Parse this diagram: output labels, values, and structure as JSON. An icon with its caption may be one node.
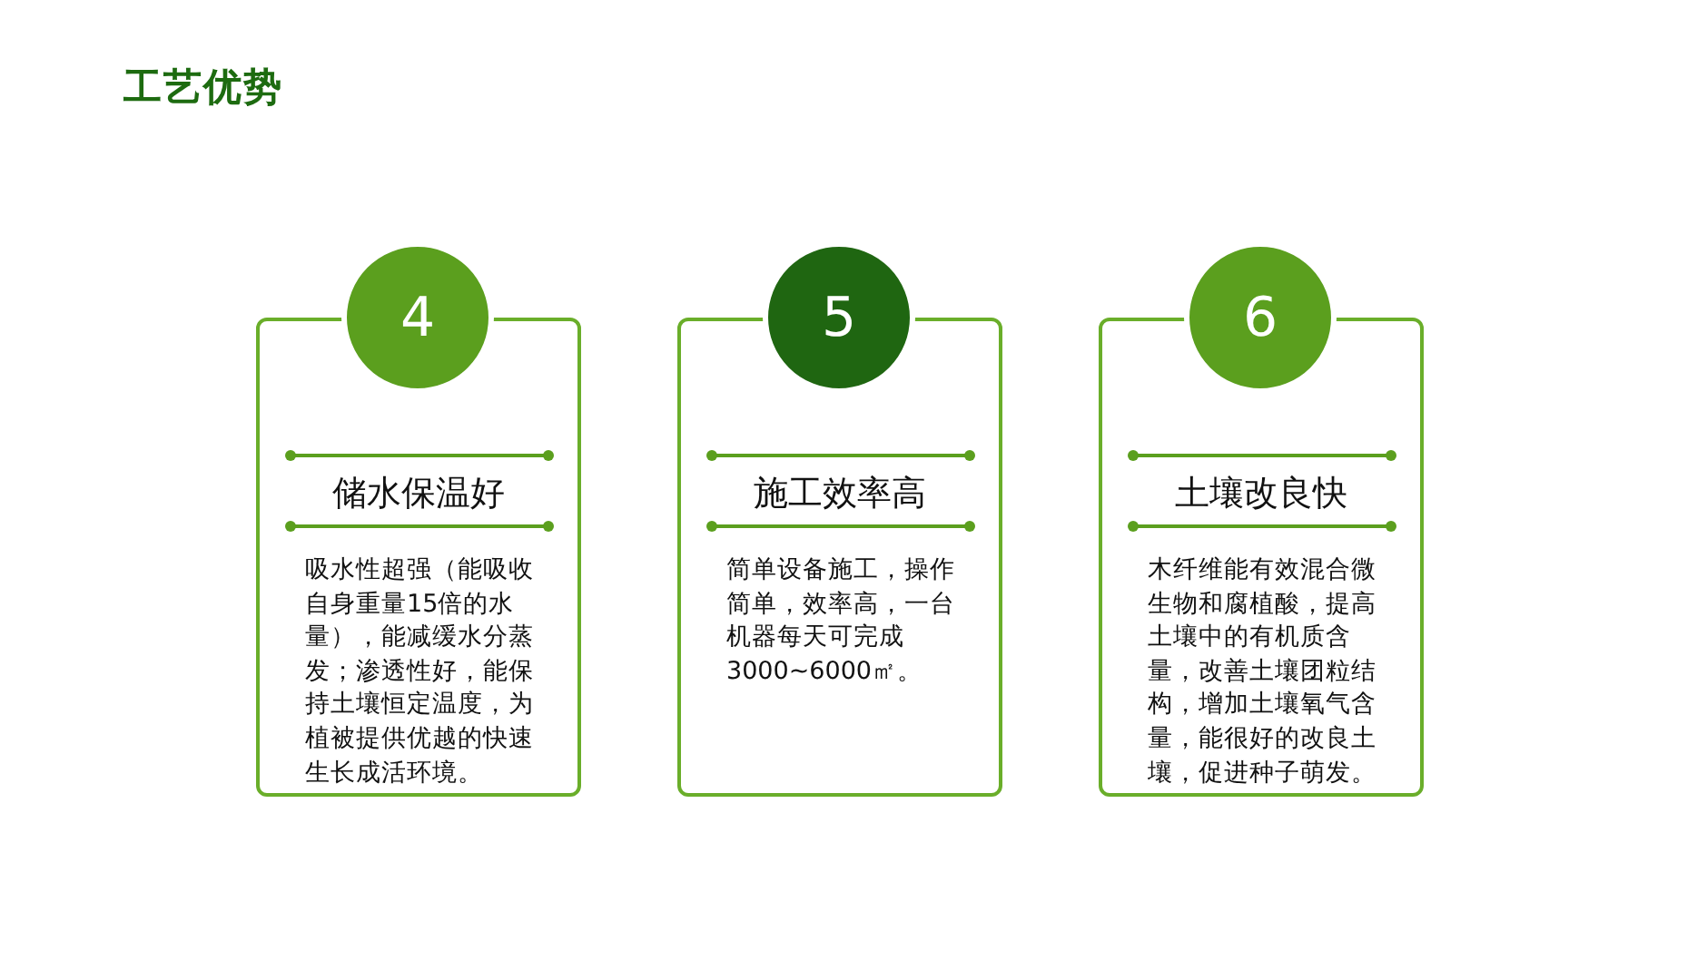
{
  "diagram": {
    "title": "工艺优势",
    "nodes": [
      {
        "text": [
          "4"
        ]
      },
      {
        "text": [
          "储水保温好",
          "吸水性超强（能吸收自身重量15倍的水量），能减缓水分蒸发；渗透性好，能保持土壤恒定温度，为植被提供优越的快速生长成活环境。"
        ]
      },
      {
        "text": [
          "5"
        ]
      },
      {
        "text": [
          "施工效率高",
          "简单设备施工，操作简单，效率高，一台机器每天可完成3000~6000㎡。"
        ]
      },
      {
        "text": [
          "6"
        ]
      },
      {
        "text": [
          "土壤改良快",
          "木纤维能有效混合微生物和腐植酸，提高土壤中的有机质含量，改善土壤团粒结构，增加土壤氧气含量，能很好的改良土壤，促进种子萌发。"
        ]
      }
    ],
    "edges": []
  }
}
